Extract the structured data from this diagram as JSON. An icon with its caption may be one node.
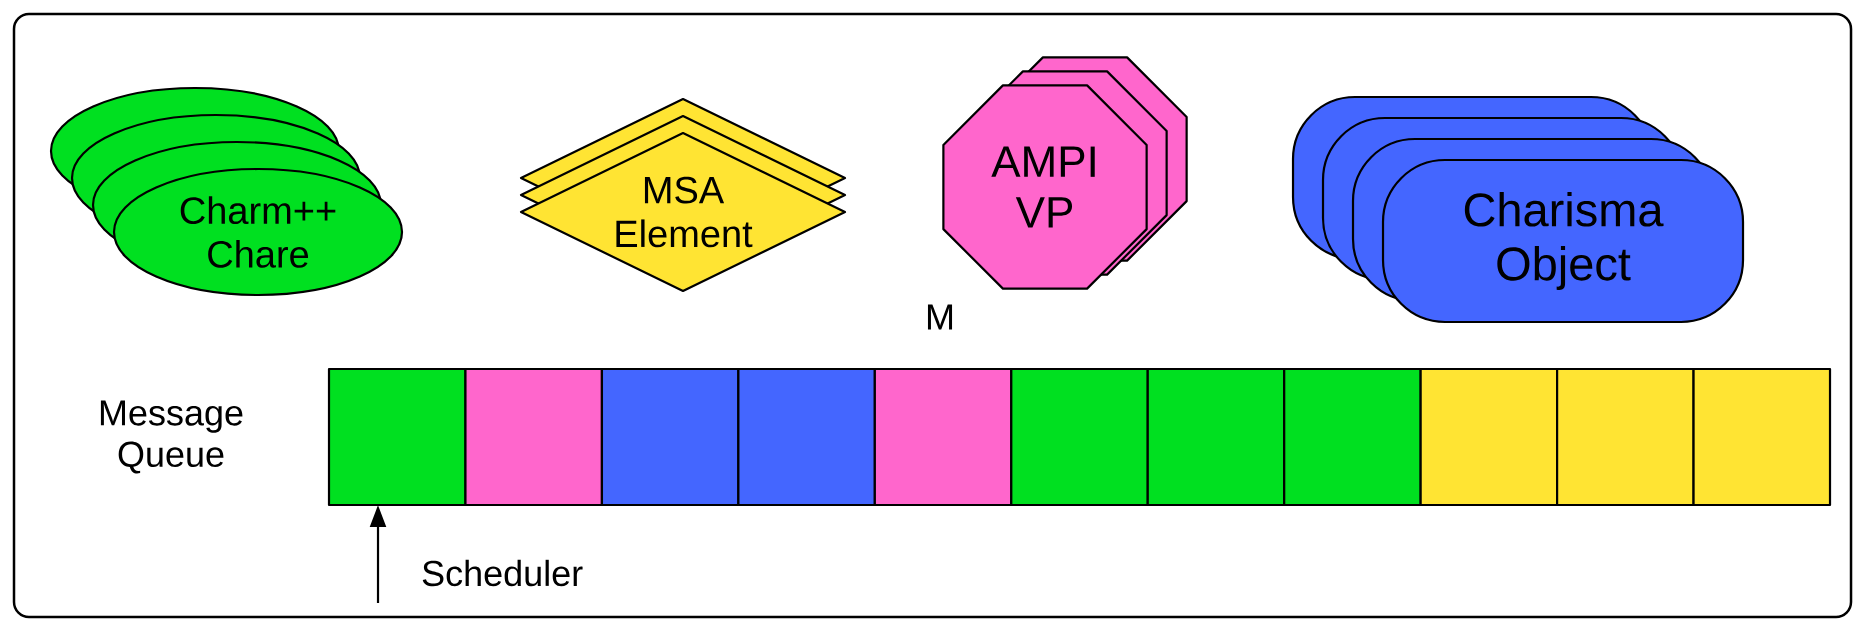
{
  "diagram": {
    "nodes": [
      {
        "text": [
          "Charm++ Chare"
        ]
      },
      {
        "text": [
          "MSA Element"
        ]
      },
      {
        "text": [
          "AMPI VP"
        ]
      },
      {
        "text": [
          "Charisma Object"
        ]
      },
      {
        "text": [
          "Message Queue"
        ]
      },
      {
        "text": [],
        "shape": "box",
        "in": 4
      },
      {
        "text": [],
        "shape": "box",
        "in": 4
      },
      {
        "text": [],
        "shape": "box",
        "in": 4
      },
      {
        "text": [],
        "shape": "box",
        "in": 4
      },
      {
        "text": [],
        "shape": "box",
        "in": 4
      },
      {
        "text": [],
        "shape": "box",
        "in": 4
      },
      {
        "text": [],
        "shape": "box",
        "in": 4
      },
      {
        "text": [],
        "shape": "box",
        "in": 4
      },
      {
        "text": [],
        "shape": "box",
        "in": 4
      },
      {
        "text": [],
        "shape": "box",
        "in": 4
      },
      {
        "text": [],
        "shape": "box",
        "in": 4
      }
    ],
    "edges": [
      {
        "from": null,
        "to": 5,
        "arrow": "to"
      }
    ],
    "labels": [
      "M",
      "Scheduler"
    ]
  }
}
